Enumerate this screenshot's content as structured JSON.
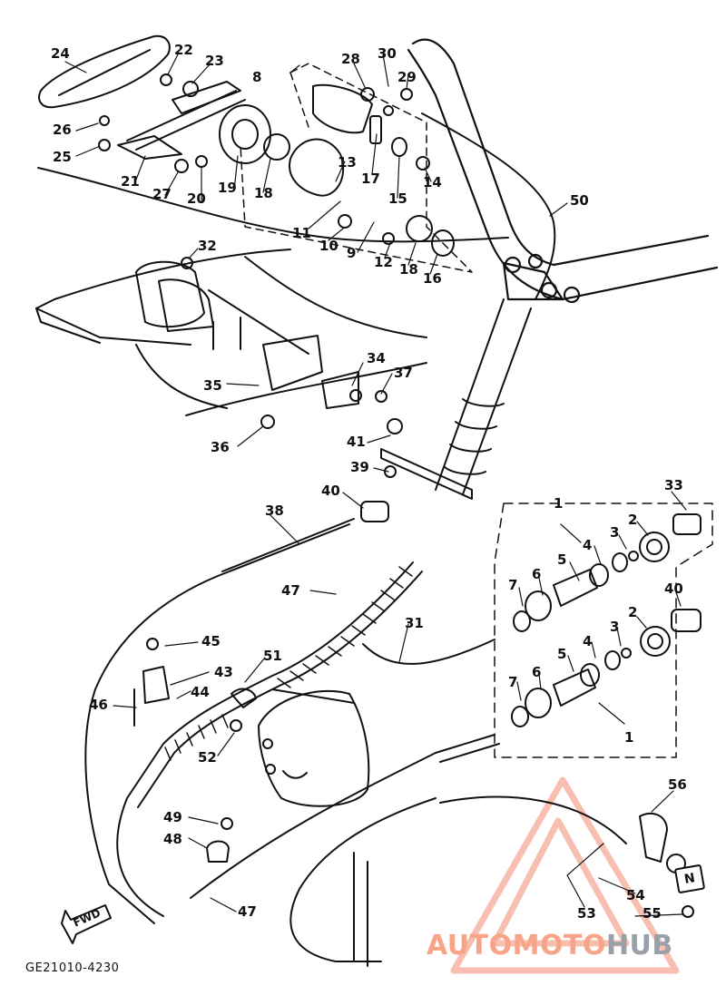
{
  "callouts": {
    "c24": "24",
    "c22": "22",
    "c23": "23",
    "c26": "26",
    "c25": "25",
    "c21": "21",
    "c27": "27",
    "c20": "20",
    "c19": "19",
    "c18a": "18",
    "c8": "8",
    "c28": "28",
    "c30": "30",
    "c29": "29",
    "c17": "17",
    "c15": "15",
    "c14": "14",
    "c13": "13",
    "c11": "11",
    "c10": "10",
    "c9": "9",
    "c12": "12",
    "c18b": "18",
    "c16": "16",
    "c50": "50",
    "c32": "32",
    "c34": "34",
    "c37": "37",
    "c35": "35",
    "c36": "36",
    "c41": "41",
    "c39": "39",
    "c40a": "40",
    "c33": "33",
    "c38": "38",
    "c1a": "1",
    "c2a": "2",
    "c3a": "3",
    "c4a": "4",
    "c5a": "5",
    "c6a": "6",
    "c7a": "7",
    "c47a": "47",
    "c40b": "40",
    "c31": "31",
    "c2b": "2",
    "c3b": "3",
    "c4b": "4",
    "c5b": "5",
    "c6b": "6",
    "c7b": "7",
    "c1b": "1",
    "c45": "45",
    "c51": "51",
    "c43": "43",
    "c44": "44",
    "c46": "46",
    "c52": "52",
    "c49": "49",
    "c48": "48",
    "c47b": "47",
    "c56": "56",
    "c54": "54",
    "c53": "53",
    "c55": "55"
  },
  "fwd_label": "FWD",
  "figure_code": "GE21010-4230",
  "n_badge": "N",
  "watermark": {
    "part_a": "AUTOMOTO",
    "part_b": "HUB",
    "colors": {
      "accent": "#f7a488",
      "grey": "#9aa0a8"
    }
  }
}
